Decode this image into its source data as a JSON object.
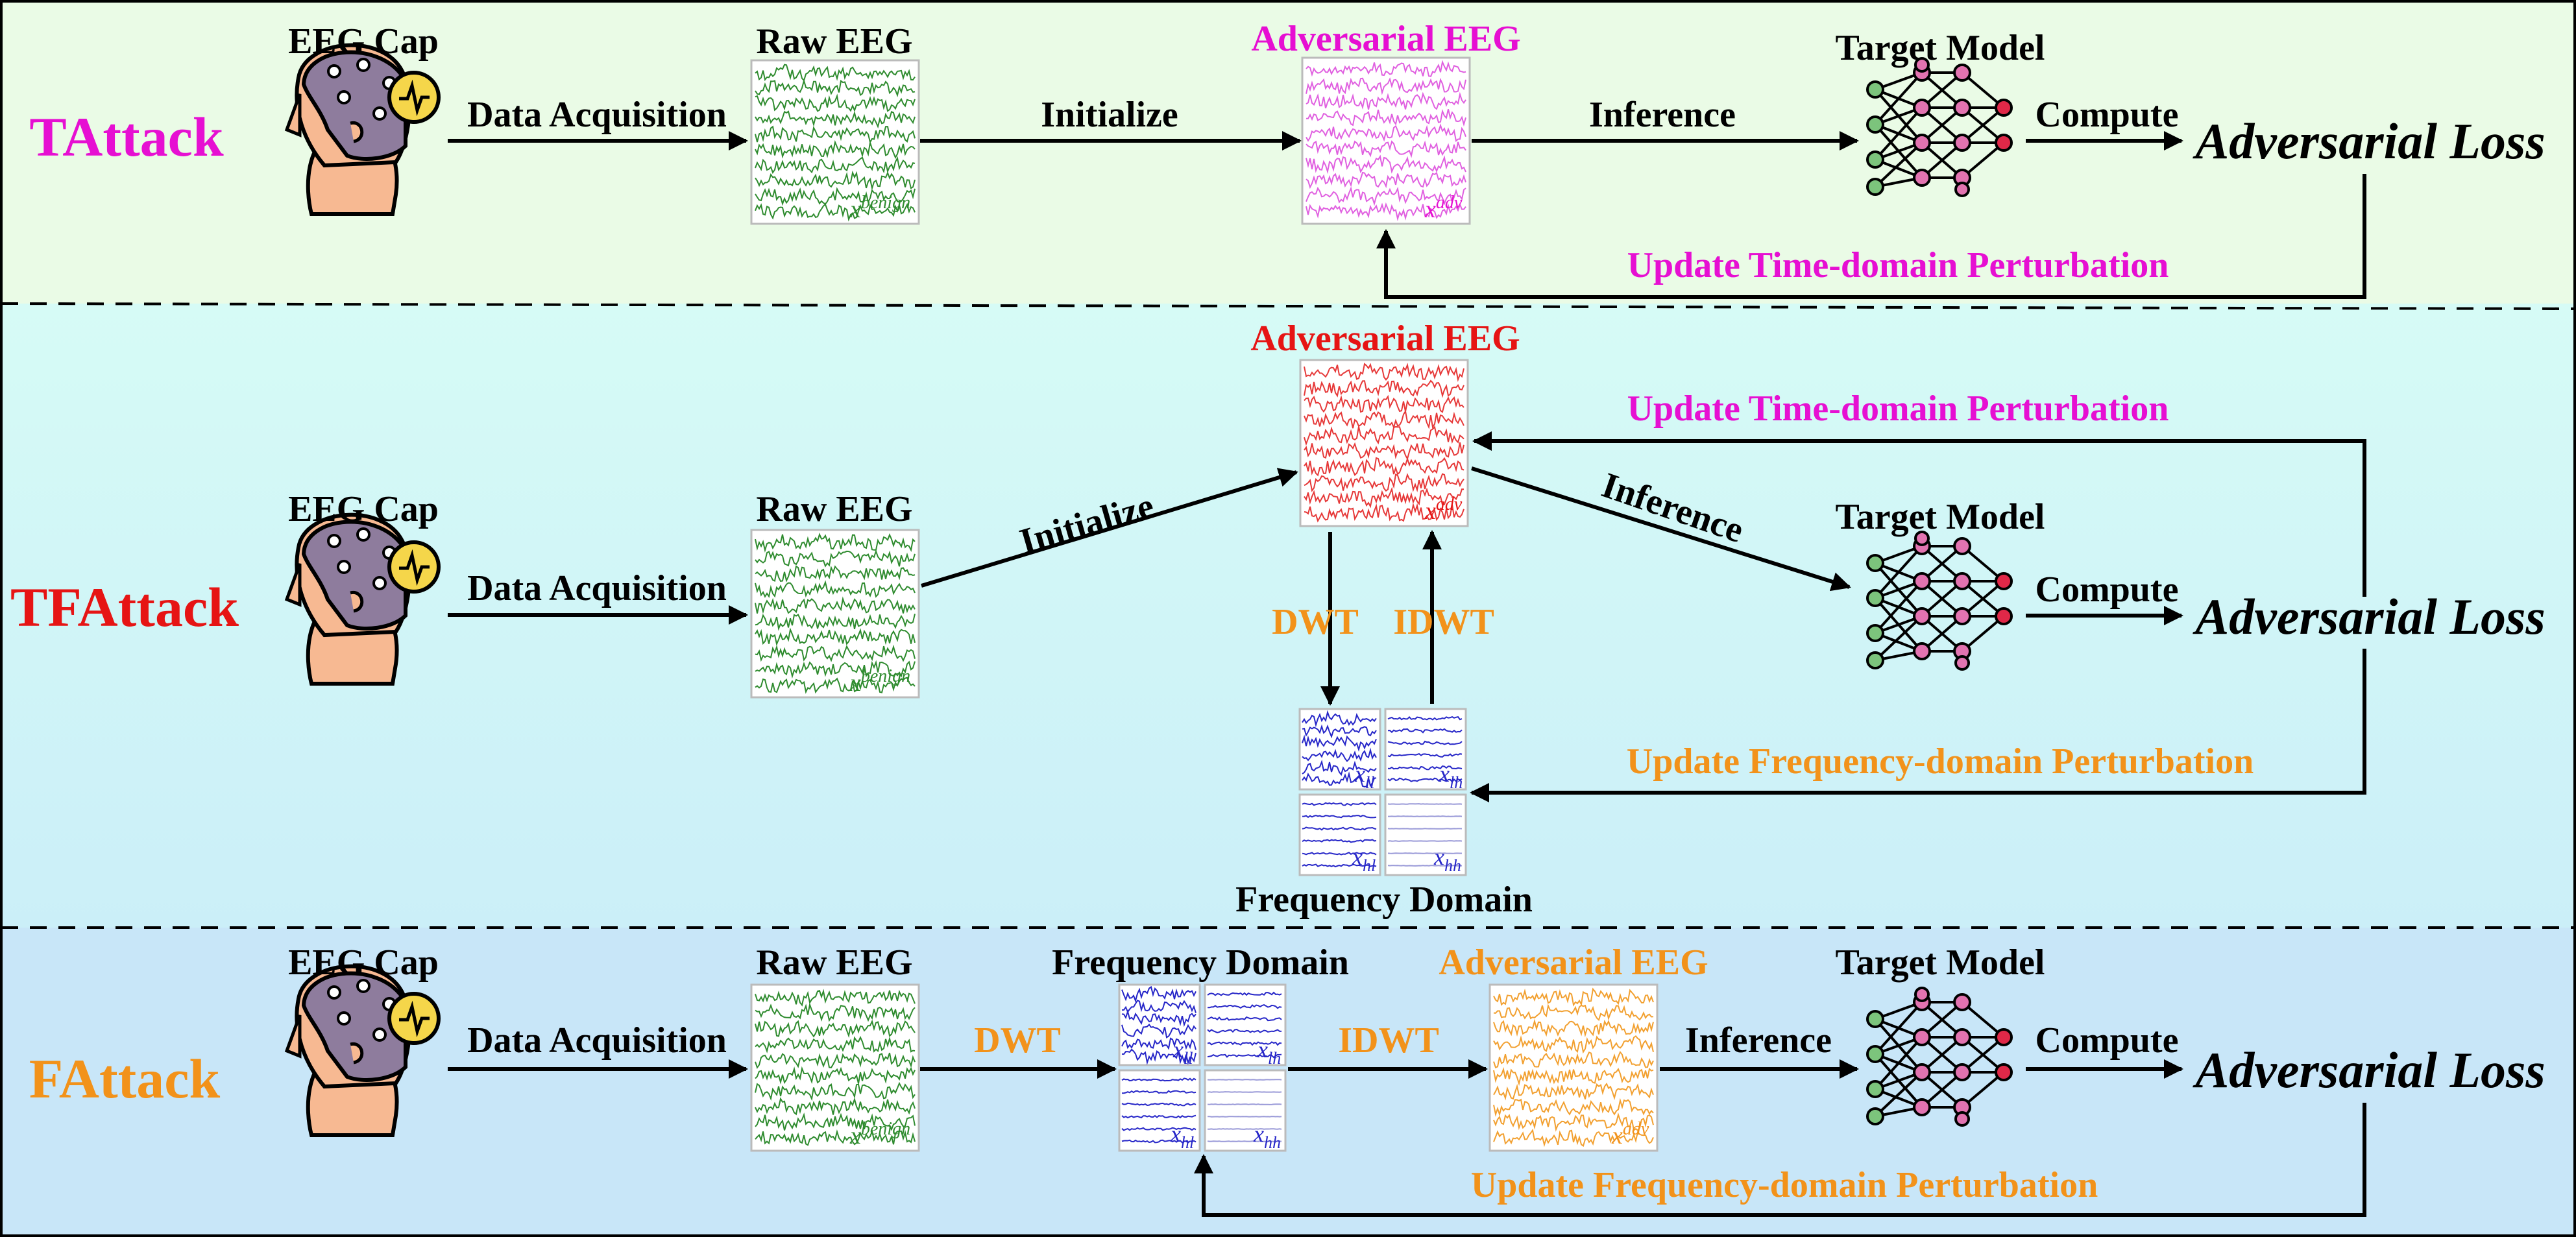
{
  "colors": {
    "tattack": "#e60fd2",
    "tfattack": "#e61414",
    "fattack": "#f2921a",
    "green_signal": "#2e8b2e",
    "blue_signal": "#2626c8",
    "band_top": "#eafbe6",
    "band_middle_top": "#d6fbf6",
    "band_middle_bottom": "#cbeff8",
    "band_bottom": "#c8e6f8"
  },
  "icons": {
    "eeg_cap": "eeg-cap-head-icon",
    "target_model": "neural-network-icon"
  },
  "common": {
    "eeg_cap": "EEG Cap",
    "raw_eeg": "Raw EEG",
    "target_model": "Target Model",
    "adversarial_eeg": "Adversarial EEG",
    "frequency_domain": "Frequency Domain",
    "data_acquisition": "Data Acquisition",
    "initialize": "Initialize",
    "inference": "Inference",
    "compute": "Compute",
    "adversarial_loss": "Adversarial Loss",
    "dwt": "DWT",
    "idwt": "IDWT",
    "update_time": "Update Time-domain Perturbation",
    "update_freq": "Update Frequency-domain Perturbation",
    "x": "x",
    "benign": "benign",
    "adv": "adv",
    "ll": "ll",
    "lh": "lh",
    "hl": "hl",
    "hh": "hh"
  },
  "rows": {
    "tattack": {
      "title": "TAttack"
    },
    "tfattack": {
      "title": "TFAttack"
    },
    "fattack": {
      "title": "FAttack"
    }
  }
}
